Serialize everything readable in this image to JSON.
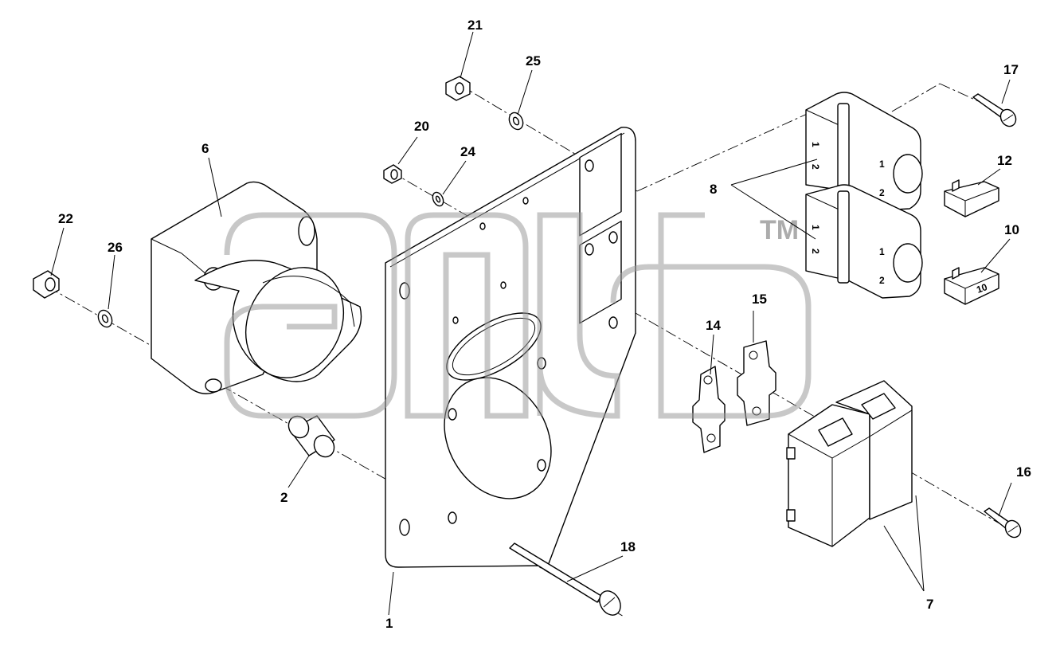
{
  "callouts": {
    "c1": "1",
    "c2": "2",
    "c6": "6",
    "c7": "7",
    "c8": "8",
    "c10": "10",
    "c12": "12",
    "c14": "14",
    "c15": "15",
    "c16": "16",
    "c17": "17",
    "c18": "18",
    "c20": "20",
    "c21": "21",
    "c22": "22",
    "c24": "24",
    "c25": "25",
    "c26": "26"
  },
  "relay_marks": {
    "one": "1",
    "two": "2"
  },
  "fuse_marks": {
    "f10": "10"
  },
  "watermark": {
    "tm": "TM"
  },
  "colors": {
    "line": "#000000",
    "watermark": "#9a9a9a",
    "background": "#ffffff"
  }
}
